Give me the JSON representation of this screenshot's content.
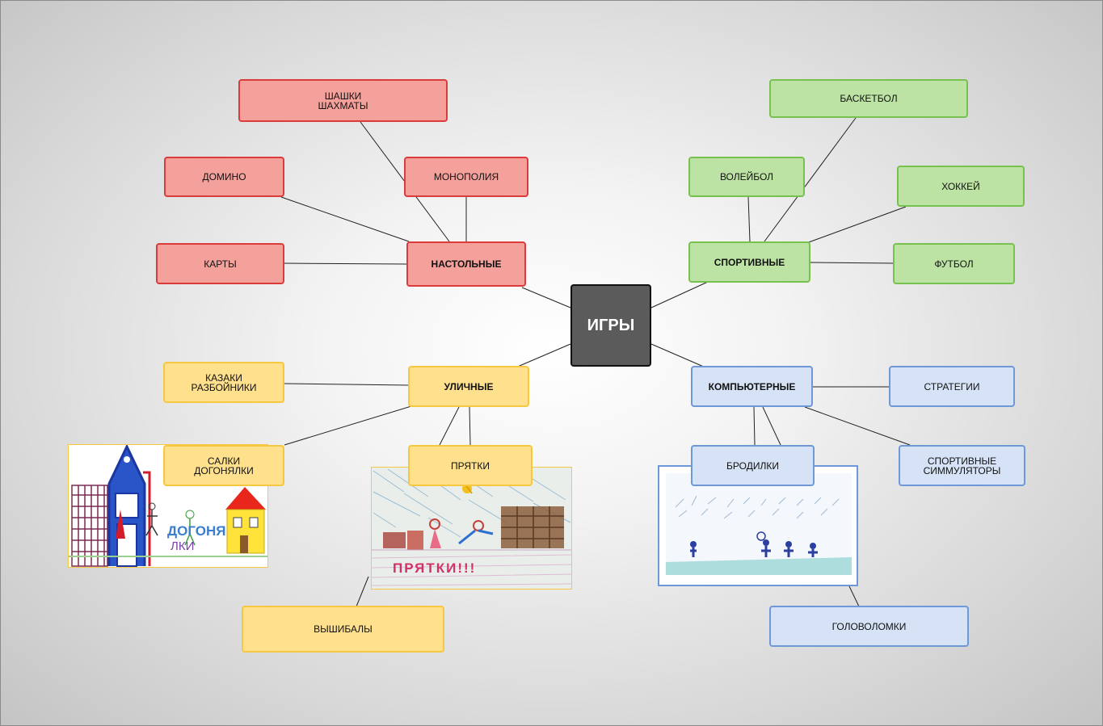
{
  "diagram": {
    "center": "ИГРЫ",
    "branches": {
      "board": {
        "label": "НАСТОЛЬНЫЕ",
        "children": [
          "ШАШКИ\nШАХМАТЫ",
          "ДОМИНО",
          "МОНОПОЛИЯ",
          "КАРТЫ"
        ],
        "color": "#dc3b3b"
      },
      "sport": {
        "label": "СПОРТИВНЫЕ",
        "children": [
          "БАСКЕТБОЛ",
          "ВОЛЕЙБОЛ",
          "ХОККЕЙ",
          "ФУТБОЛ"
        ],
        "color": "#77c14f"
      },
      "street": {
        "label": "УЛИЧНЫЕ",
        "children": [
          "КАЗАКИ\nРАЗБОЙНИКИ",
          "САЛКИ\nДОГОНЯЛКИ",
          "ПРЯТКИ",
          "ВЫШИБАЛЫ"
        ],
        "color": "#f6c83f"
      },
      "computer": {
        "label": "КОМПЬЮТЕРНЫЕ",
        "children": [
          "СТРАТЕГИИ",
          "БРОДИЛКИ",
          "СПОРТИВНЫЕ\nСИММУЛЯТОРЫ",
          "ГОЛОВОЛОМКИ"
        ],
        "color": "#6f98d8"
      }
    },
    "drawings": {
      "tag_catch": "ДОГОНЯЛКИ",
      "hide_seek": "ПРЯТКИ!!!"
    }
  }
}
